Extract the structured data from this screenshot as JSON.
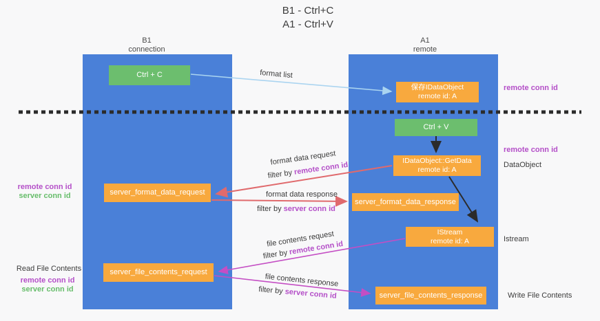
{
  "title": {
    "line1": "B1 - Ctrl+C",
    "line2": "A1 - Ctrl+V"
  },
  "lanes": {
    "b1": {
      "name": "B1",
      "subtitle": "connection"
    },
    "a1": {
      "name": "A1",
      "subtitle": "remote"
    }
  },
  "boxes": {
    "ctrl_c": {
      "label": "Ctrl + C"
    },
    "save_idataobject": {
      "line1": "保存IDataObject",
      "line2": "remote id: A"
    },
    "ctrl_v": {
      "label": "Ctrl + V"
    },
    "getdata": {
      "line1": "IDataObject::GetData",
      "line2": "remote id: A"
    },
    "server_format_data_request": {
      "label": "server_format_data_request"
    },
    "server_format_data_response": {
      "label": "server_format_data_response"
    },
    "istream": {
      "line1": "IStream",
      "line2": "remote id: A"
    },
    "server_file_contents_request": {
      "label": "server_file_contents_request"
    },
    "server_file_contents_response": {
      "label": "server_file_contents_response"
    }
  },
  "arrow_labels": {
    "format_list": "format list",
    "format_data_request": "format data request",
    "format_data_response": "format data response",
    "file_contents_request": "file contents request",
    "file_contents_response": "file contents response",
    "filter_by": "filter by ",
    "remote_conn_id": "remote conn id",
    "server_conn_id": "server conn id"
  },
  "side_labels": {
    "remote_conn_id_top_right": "remote conn id",
    "remote_conn_id_mid_right": "remote conn id",
    "dataobject": "DataObject",
    "istream": "Istream",
    "write_file_contents": "Write File Contents",
    "read_file_contents": "Read File Contents",
    "remote_conn_id_left_1": "remote conn id",
    "server_conn_id_left_1": "server conn id",
    "remote_conn_id_left_2": "remote conn id",
    "server_conn_id_left_2": "server conn id"
  },
  "colors": {
    "lane_blue": "#4a80d8",
    "box_green": "#6cbe6e",
    "box_orange": "#f8a93e",
    "arrow_light_blue": "#aad4f0",
    "arrow_red": "#e06a6d",
    "arrow_magenta": "#c44ec4",
    "arrow_black": "#2b2b2b",
    "text_purple": "#b44fc8",
    "text_green": "#67bd6b"
  }
}
